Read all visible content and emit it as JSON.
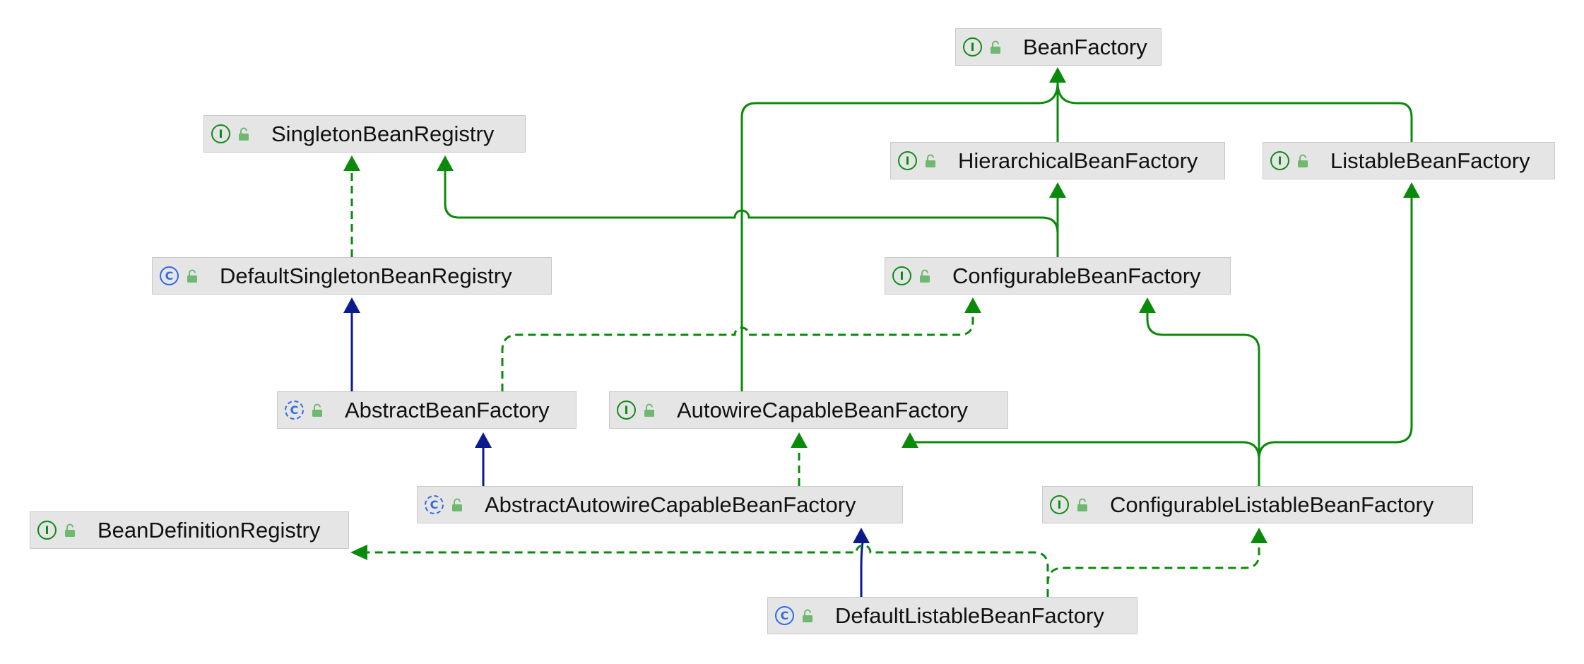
{
  "colors": {
    "interface_inheritance": "#0a8a0a",
    "class_inheritance": "#0b1a8c",
    "node_background": "#e5e5e5",
    "interface_badge": "#0e8a16",
    "class_badge": "#2f6be0",
    "lock_icon": "#6fb86f"
  },
  "nodes": [
    {
      "id": "BeanFactory",
      "label": "BeanFactory",
      "kind": "interface",
      "kind_glyph": "I"
    },
    {
      "id": "SingletonBeanRegistry",
      "label": "SingletonBeanRegistry",
      "kind": "interface",
      "kind_glyph": "I"
    },
    {
      "id": "HierarchicalBeanFactory",
      "label": "HierarchicalBeanFactory",
      "kind": "interface",
      "kind_glyph": "I"
    },
    {
      "id": "ListableBeanFactory",
      "label": "ListableBeanFactory",
      "kind": "interface",
      "kind_glyph": "I"
    },
    {
      "id": "DefaultSingletonBeanRegistry",
      "label": "DefaultSingletonBeanRegistry",
      "kind": "class",
      "kind_glyph": "C"
    },
    {
      "id": "ConfigurableBeanFactory",
      "label": "ConfigurableBeanFactory",
      "kind": "interface",
      "kind_glyph": "I"
    },
    {
      "id": "AbstractBeanFactory",
      "label": "AbstractBeanFactory",
      "kind": "abstract",
      "kind_glyph": "C"
    },
    {
      "id": "AutowireCapableBeanFactory",
      "label": "AutowireCapableBeanFactory",
      "kind": "interface",
      "kind_glyph": "I"
    },
    {
      "id": "AbstractAutowireCapableBeanFactory",
      "label": "AbstractAutowireCapableBeanFactory",
      "kind": "abstract",
      "kind_glyph": "C"
    },
    {
      "id": "ConfigurableListableBeanFactory",
      "label": "ConfigurableListableBeanFactory",
      "kind": "interface",
      "kind_glyph": "I"
    },
    {
      "id": "BeanDefinitionRegistry",
      "label": "BeanDefinitionRegistry",
      "kind": "interface",
      "kind_glyph": "I"
    },
    {
      "id": "DefaultListableBeanFactory",
      "label": "DefaultListableBeanFactory",
      "kind": "class",
      "kind_glyph": "C"
    }
  ],
  "edges": [
    {
      "from": "HierarchicalBeanFactory",
      "to": "BeanFactory",
      "type": "extends"
    },
    {
      "from": "ListableBeanFactory",
      "to": "BeanFactory",
      "type": "extends"
    },
    {
      "from": "AutowireCapableBeanFactory",
      "to": "BeanFactory",
      "type": "extends"
    },
    {
      "from": "ConfigurableBeanFactory",
      "to": "HierarchicalBeanFactory",
      "type": "extends"
    },
    {
      "from": "ConfigurableBeanFactory",
      "to": "SingletonBeanRegistry",
      "type": "extends"
    },
    {
      "from": "DefaultSingletonBeanRegistry",
      "to": "SingletonBeanRegistry",
      "type": "implements"
    },
    {
      "from": "AbstractBeanFactory",
      "to": "DefaultSingletonBeanRegistry",
      "type": "class-extends"
    },
    {
      "from": "AbstractBeanFactory",
      "to": "ConfigurableBeanFactory",
      "type": "implements"
    },
    {
      "from": "AbstractAutowireCapableBeanFactory",
      "to": "AbstractBeanFactory",
      "type": "class-extends"
    },
    {
      "from": "AbstractAutowireCapableBeanFactory",
      "to": "AutowireCapableBeanFactory",
      "type": "implements"
    },
    {
      "from": "ConfigurableListableBeanFactory",
      "to": "ConfigurableBeanFactory",
      "type": "extends"
    },
    {
      "from": "ConfigurableListableBeanFactory",
      "to": "AutowireCapableBeanFactory",
      "type": "extends"
    },
    {
      "from": "ConfigurableListableBeanFactory",
      "to": "ListableBeanFactory",
      "type": "extends"
    },
    {
      "from": "DefaultListableBeanFactory",
      "to": "AbstractAutowireCapableBeanFactory",
      "type": "class-extends"
    },
    {
      "from": "DefaultListableBeanFactory",
      "to": "ConfigurableListableBeanFactory",
      "type": "implements"
    },
    {
      "from": "DefaultListableBeanFactory",
      "to": "BeanDefinitionRegistry",
      "type": "implements"
    }
  ]
}
